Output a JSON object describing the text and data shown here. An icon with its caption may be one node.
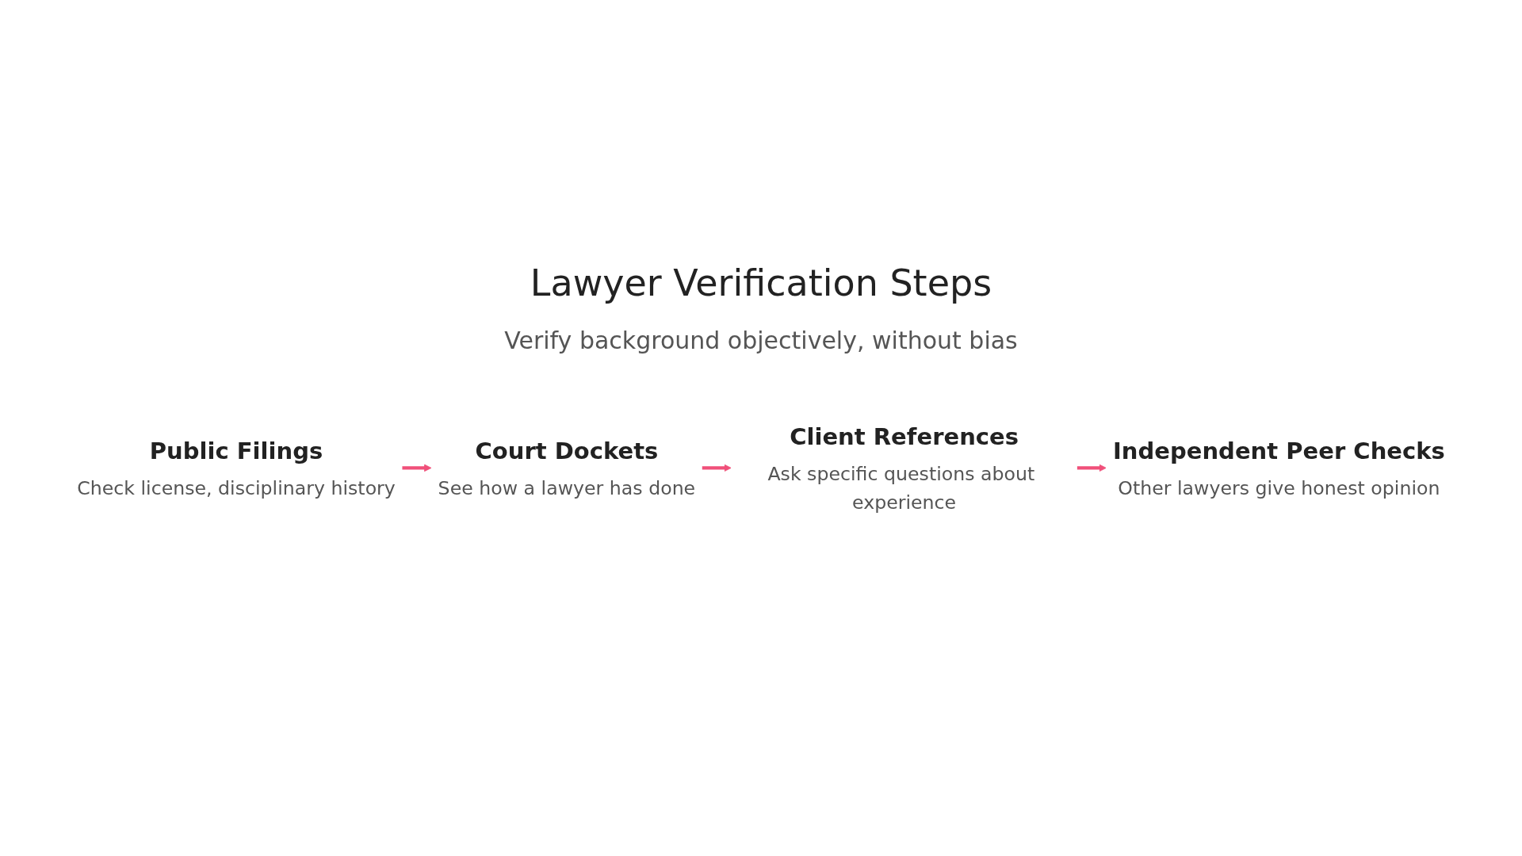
{
  "diagram": {
    "title": "Lawyer Verification Steps",
    "nodes": [
      {
        "text": [
          "Public Filings",
          "Check license, disciplinary history"
        ]
      },
      {
        "text": [
          "Court Dockets",
          "See how a lawyer has done"
        ]
      },
      {
        "text": [
          "Client References",
          "Ask specific questions about experience"
        ]
      },
      {
        "text": [
          "Independent Peer Checks",
          "Other lawyers give honest opinion"
        ]
      }
    ],
    "edges": [
      {
        "from": 0,
        "to": 1,
        "arrow": "to"
      },
      {
        "from": 1,
        "to": 2,
        "arrow": "to"
      },
      {
        "from": 2,
        "to": 3,
        "arrow": "to"
      }
    ],
    "labels": [
      "Verify background objectively, without bias"
    ]
  }
}
